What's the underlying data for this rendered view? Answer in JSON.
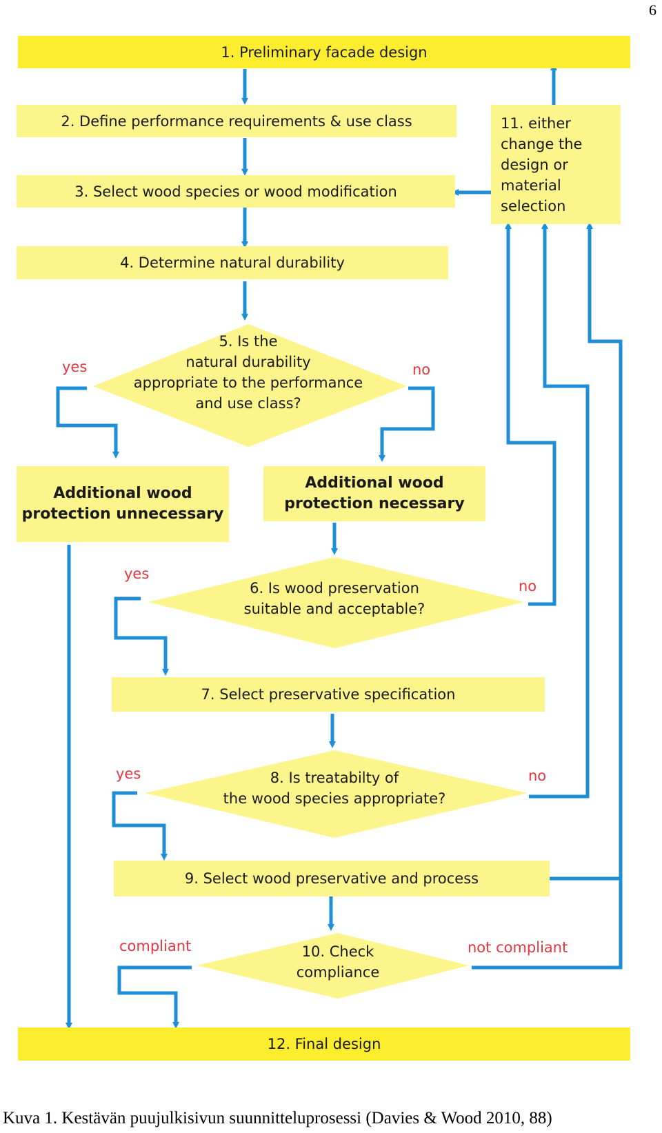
{
  "page_number": "6",
  "steps": {
    "s1": "1. Preliminary facade design",
    "s2": "2. Define performance requirements & use class",
    "s3": "3. Select wood species or wood modification",
    "s4": "4. Determine natural durability",
    "s5": [
      "5. Is the",
      "natural durability",
      "appropriate to the performance",
      "and use class?"
    ],
    "prot_unnecessary": [
      "Additional wood",
      "protection unnecessary"
    ],
    "prot_necessary": [
      "Additional wood",
      "protection necessary"
    ],
    "s6": [
      "6. Is wood preservation",
      "suitable and acceptable?"
    ],
    "s7": "7. Select preservative specification",
    "s8": [
      "8. Is treatabilty of",
      "the wood species appropriate?"
    ],
    "s9": "9. Select wood preservative and process",
    "s10": [
      "10. Check",
      "compliance"
    ],
    "s11": [
      "11. either",
      "change the",
      "design or",
      "material",
      "selection"
    ],
    "s12": "12. Final design"
  },
  "labels": {
    "yes": "yes",
    "no": "no",
    "compliant": "compliant",
    "not_compliant": "not compliant"
  },
  "colors": {
    "arrow": "#1e8fd6",
    "bright_yellow": "#fcee2e",
    "pale_yellow": "#fbf58c",
    "label_red": "#e7343f"
  },
  "caption": "Kuva 1. Kestävän puujulkisivun suunnitteluprosessi (Davies & Wood 2010, 88)"
}
